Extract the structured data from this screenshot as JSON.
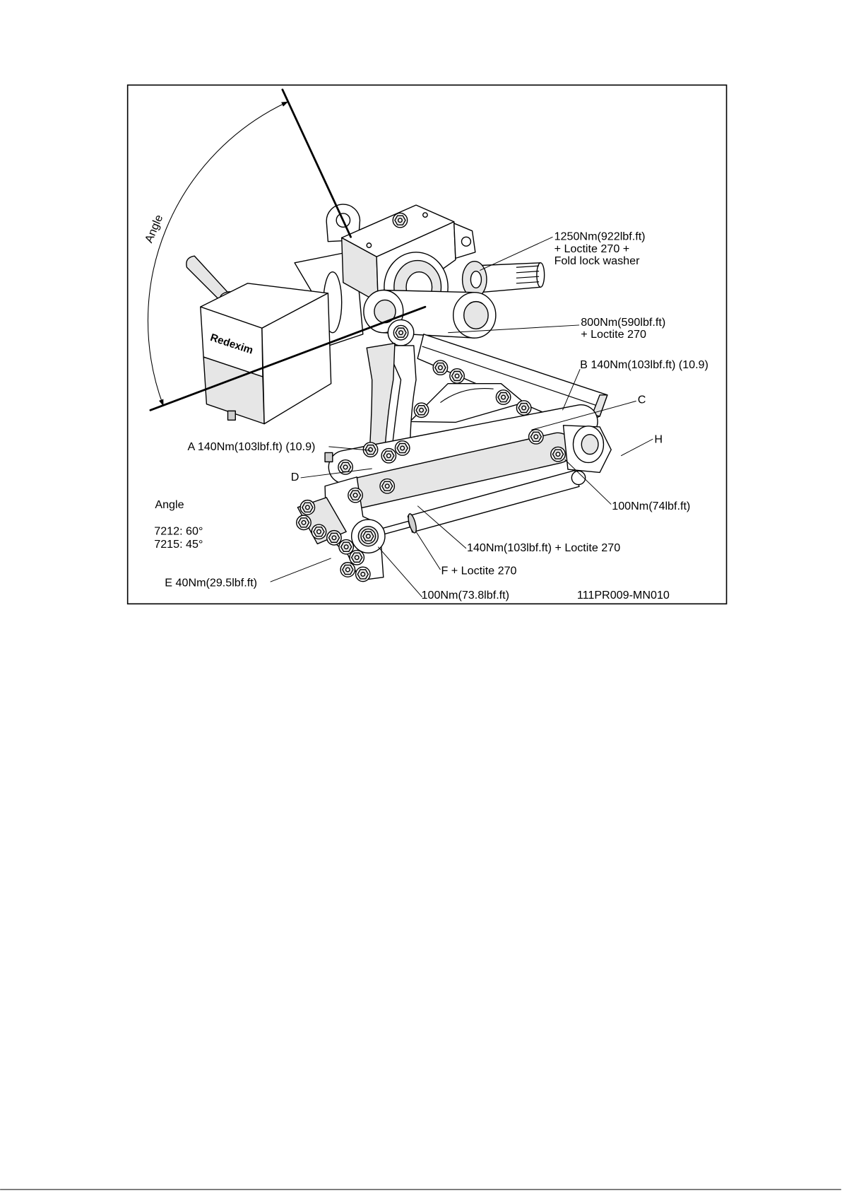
{
  "figure": {
    "angle_arc_label": "Angle",
    "brand_text": "Redexim",
    "callout_1250": {
      "line1": "1250Nm(922lbf.ft)",
      "line2": "+ Loctite 270 +",
      "line3": "Fold lock washer"
    },
    "callout_800": {
      "line1": "800Nm(590lbf.ft)",
      "line2": "+ Loctite 270"
    },
    "callout_b": "B 140Nm(103lbf.ft) (10.9)",
    "label_c": "C",
    "label_h": "H",
    "callout_a": "A 140Nm(103lbf.ft) (10.9)",
    "label_d": "D",
    "angle_table": {
      "title": "Angle",
      "rows": [
        "7212: 60°",
        "7215: 45°"
      ]
    },
    "callout_100_74": "100Nm(74lbf.ft)",
    "callout_140_loctite": "140Nm(103lbf.ft) + Loctite 270",
    "callout_f": "F + Loctite 270",
    "callout_e": "E 40Nm(29.5lbf.ft)",
    "callout_100_738": "100Nm(73.8lbf.ft)",
    "drawing_number": "111PR009-MN010"
  },
  "colors": {
    "ink": "#000000",
    "paper": "#ffffff"
  }
}
